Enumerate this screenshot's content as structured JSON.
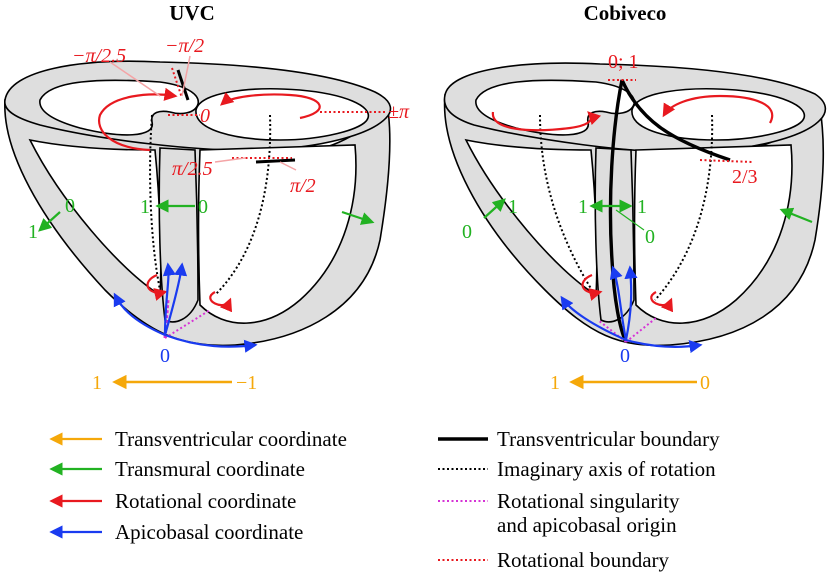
{
  "panels": {
    "left": {
      "title": "UVC",
      "rotational_labels": [
        "−π/2.5",
        "−π/2",
        "0",
        "±π",
        "π/2.5",
        "π/2"
      ],
      "transmural_labels": [
        "0",
        "1",
        "1",
        "0"
      ],
      "apicobasal_label": "0",
      "transventricular_labels": [
        "1",
        "−1"
      ]
    },
    "right": {
      "title": "Cobiveco",
      "rotational_labels": [
        "0; 1",
        "2/3"
      ],
      "transmural_labels": [
        "0",
        "1",
        "1",
        "1",
        "0"
      ],
      "apicobasal_label": "0",
      "transventricular_labels": [
        "1",
        "0"
      ]
    }
  },
  "legend": {
    "left": [
      {
        "label": "Transventricular coordinate",
        "color": "#f5a80a",
        "icon": "arrow-left-icon"
      },
      {
        "label": "Transmural coordinate",
        "color": "#22b222",
        "icon": "arrow-left-icon"
      },
      {
        "label": "Rotational coordinate",
        "color": "#e8191f",
        "icon": "arrow-left-icon"
      },
      {
        "label": "Apicobasal coordinate",
        "color": "#1a3bf0",
        "icon": "arrow-left-icon"
      }
    ],
    "right": [
      {
        "label": "Transventricular boundary",
        "style": "solid-black"
      },
      {
        "label": "Imaginary axis of rotation",
        "style": "dotted-black"
      },
      {
        "label_line1": "Rotational singularity",
        "label_line2": "and apicobasal origin",
        "style": "dotted-magenta"
      },
      {
        "label": "Rotational boundary",
        "style": "dotted-red"
      }
    ]
  },
  "colors": {
    "transventricular": "#f5a80a",
    "transmural": "#22b222",
    "rotational": "#e8191f",
    "apicobasal": "#1a3bf0",
    "singularity": "#d633d6",
    "wall": "#dedede"
  }
}
